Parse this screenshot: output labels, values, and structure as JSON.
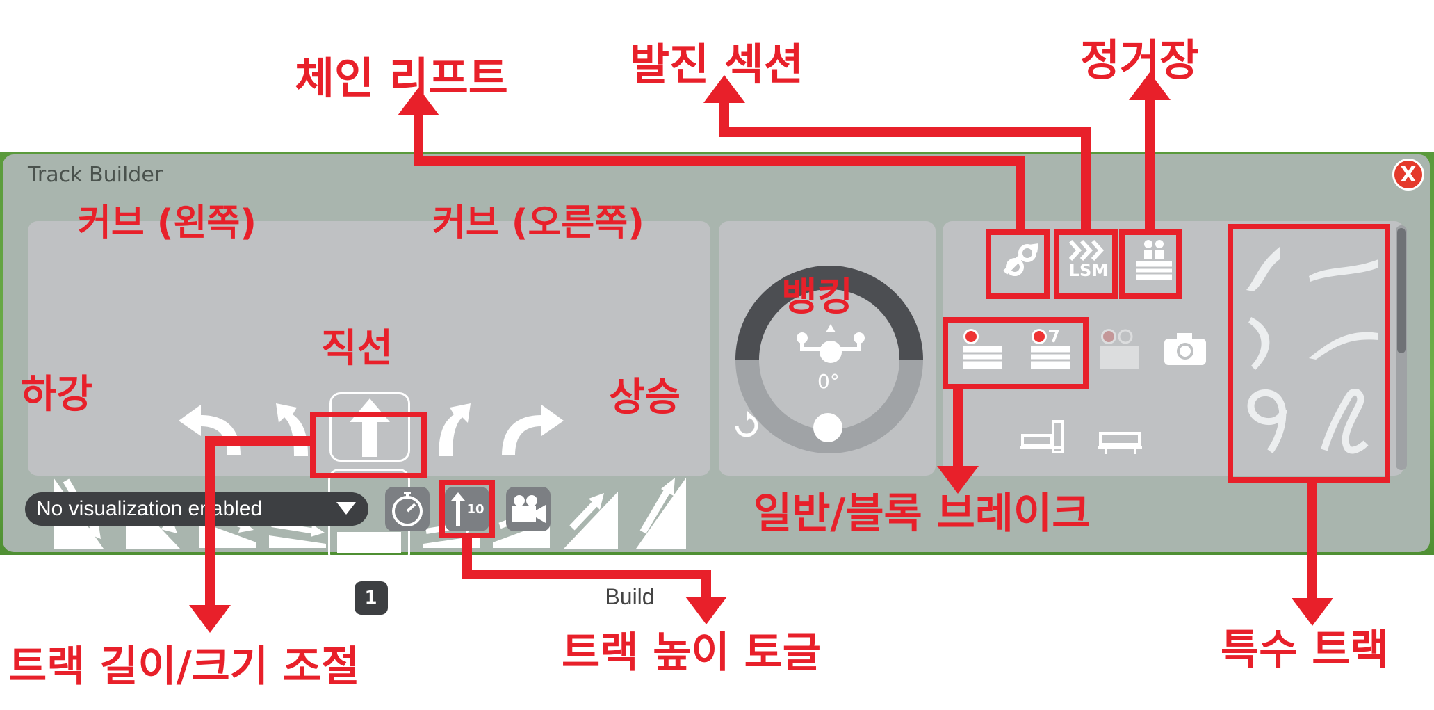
{
  "window": {
    "title": "Track Builder",
    "close_label": "X"
  },
  "length_control": {
    "minus": "−",
    "value": "1",
    "plus": "+"
  },
  "nav": {
    "prev": "«",
    "next": "»"
  },
  "build_label": "Build",
  "visualization": {
    "selected": "No visualization enabled"
  },
  "banking": {
    "value": "0°"
  },
  "buttons": {
    "lsm_label": "LSM",
    "height_toggle_label": "10"
  },
  "annotations": {
    "chain_lift": "체인 리프트",
    "launch_section": "발진 섹션",
    "station": "정거장",
    "curve_left": "커브 (왼쪽)",
    "curve_right": "커브 (오른쪽)",
    "banking": "뱅킹",
    "straight": "직선",
    "down": "하강",
    "up": "상승",
    "brakes": "일반/블록 브레이크",
    "track_length": "트랙 길이/크기 조절",
    "height_toggle": "트랙 높이 토글",
    "special_track": "특수 트랙"
  },
  "colors": {
    "annotation": "#e8202a",
    "window": "#a9b5ae",
    "panel": "#bfc1c3",
    "dark": "#3d3f42"
  }
}
